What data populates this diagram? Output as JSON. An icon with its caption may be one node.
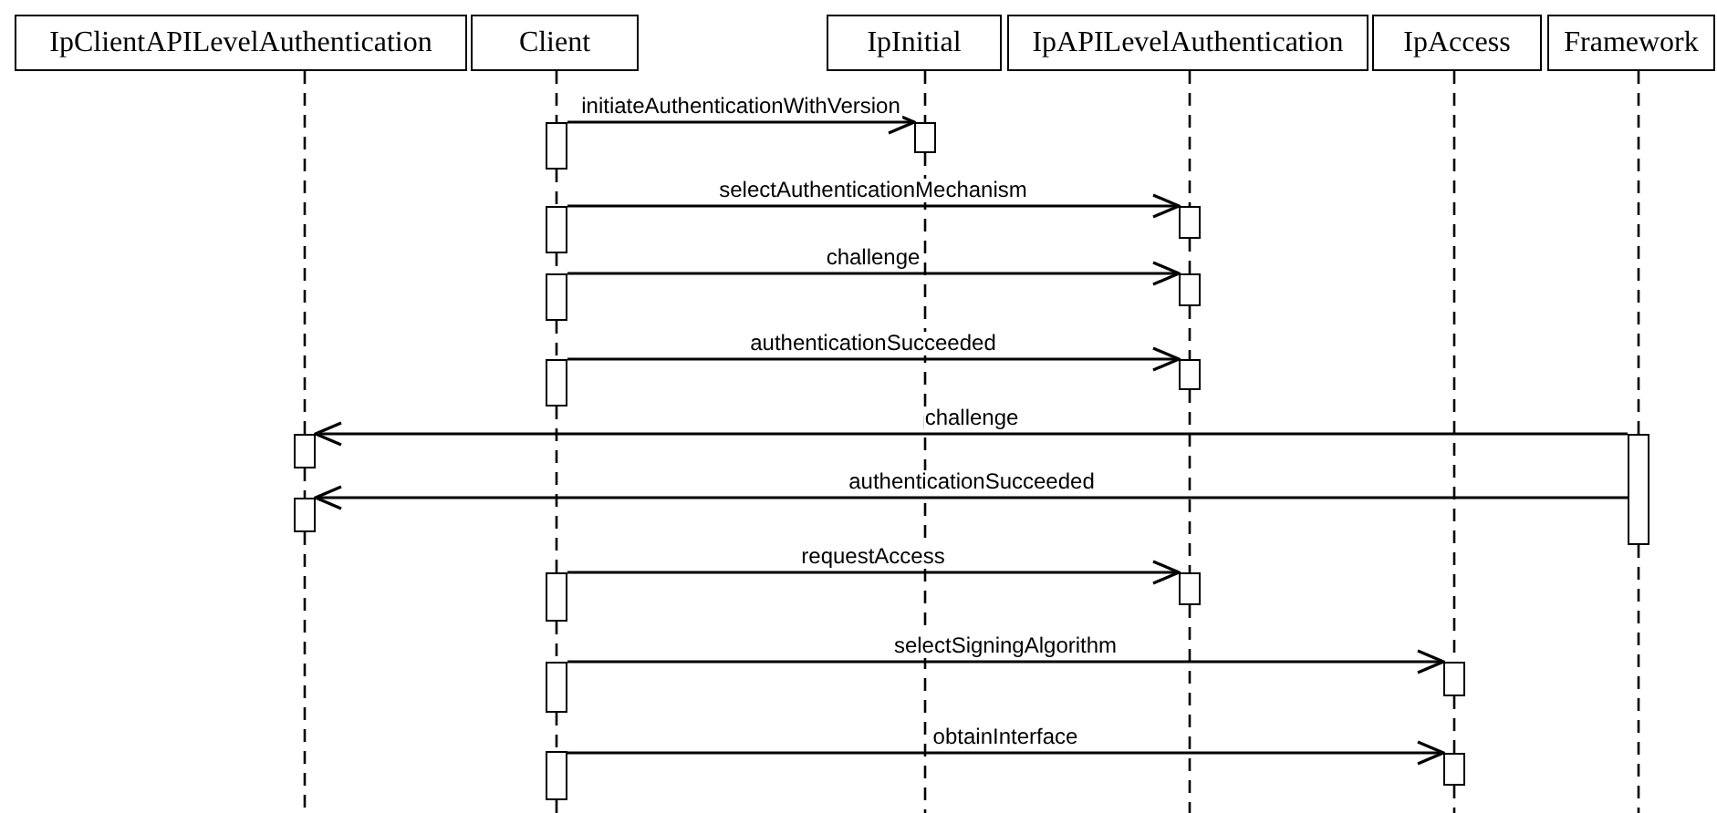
{
  "diagram": {
    "nodes": [
      {
        "text": [
          "IpClientAPILevelAuthentication"
        ]
      },
      {
        "text": [
          "Client"
        ]
      },
      {
        "text": [
          "IpInitial"
        ]
      },
      {
        "text": [
          "IpAPILevelAuthentication"
        ]
      },
      {
        "text": [
          "IpAccess"
        ]
      },
      {
        "text": [
          "Framework"
        ]
      },
      {
        "text": [],
        "shape": "bar"
      },
      {
        "text": [],
        "shape": "bar"
      },
      {
        "text": [],
        "shape": "bar"
      },
      {
        "text": [],
        "shape": "bar"
      },
      {
        "text": [],
        "shape": "bar"
      },
      {
        "text": [],
        "shape": "bar"
      },
      {
        "text": [],
        "shape": "bar"
      },
      {
        "text": [],
        "shape": "bar"
      },
      {
        "text": [],
        "shape": "bar"
      },
      {
        "text": [],
        "shape": "bar"
      },
      {
        "text": [],
        "shape": "bar"
      },
      {
        "text": [],
        "shape": "bar"
      },
      {
        "text": [],
        "shape": "bar"
      },
      {
        "text": [],
        "shape": "bar"
      },
      {
        "text": [],
        "shape": "bar"
      },
      {
        "text": [],
        "shape": "bar"
      },
      {
        "text": [],
        "shape": "bar"
      }
    ],
    "edges": [
      {
        "from": 6,
        "to": 7,
        "arrow": "to",
        "label": "initiateAuthenticationWithVersion"
      },
      {
        "from": 8,
        "to": 9,
        "arrow": "to",
        "label": "selectAuthenticationMechanism"
      },
      {
        "from": 10,
        "to": 11,
        "arrow": "to",
        "label": "challenge"
      },
      {
        "from": 12,
        "to": 13,
        "arrow": "to",
        "label": "authenticationSucceeded"
      },
      {
        "from": 15,
        "to": 14,
        "arrow": "to",
        "label": "challenge"
      },
      {
        "from": 15,
        "to": 16,
        "arrow": "to",
        "label": "authenticationSucceeded"
      },
      {
        "from": 17,
        "to": 18,
        "arrow": "to",
        "label": "requestAccess"
      },
      {
        "from": 19,
        "to": 20,
        "arrow": "to",
        "label": "selectSigningAlgorithm"
      },
      {
        "from": 21,
        "to": 22,
        "arrow": "to",
        "label": "obtainInterface"
      },
      {
        "from": 0,
        "to": 14,
        "arrow": "none",
        "style": "dashed"
      },
      {
        "from": 14,
        "to": 16,
        "arrow": "none",
        "style": "dashed"
      },
      {
        "from": 16,
        "to": null,
        "arrow": "none",
        "style": "dashed"
      },
      {
        "from": 1,
        "to": 6,
        "arrow": "none",
        "style": "dashed"
      },
      {
        "from": 6,
        "to": 8,
        "arrow": "none",
        "style": "dashed"
      },
      {
        "from": 8,
        "to": 10,
        "arrow": "none",
        "style": "dashed"
      },
      {
        "from": 10,
        "to": 12,
        "arrow": "none",
        "style": "dashed"
      },
      {
        "from": 12,
        "to": 17,
        "arrow": "none",
        "style": "dashed"
      },
      {
        "from": 17,
        "to": 19,
        "arrow": "none",
        "style": "dashed"
      },
      {
        "from": 19,
        "to": 21,
        "arrow": "none",
        "style": "dashed"
      },
      {
        "from": 21,
        "to": null,
        "arrow": "none",
        "style": "dashed"
      },
      {
        "from": 2,
        "to": 7,
        "arrow": "none",
        "style": "dashed"
      },
      {
        "from": 7,
        "to": null,
        "arrow": "none",
        "style": "dashed"
      },
      {
        "from": 3,
        "to": 9,
        "arrow": "none",
        "style": "dashed"
      },
      {
        "from": 9,
        "to": 11,
        "arrow": "none",
        "style": "dashed"
      },
      {
        "from": 11,
        "to": 13,
        "arrow": "none",
        "style": "dashed"
      },
      {
        "from": 13,
        "to": 18,
        "arrow": "none",
        "style": "dashed"
      },
      {
        "from": 18,
        "to": null,
        "arrow": "none",
        "style": "dashed"
      },
      {
        "from": 4,
        "to": 20,
        "arrow": "none",
        "style": "dashed"
      },
      {
        "from": 20,
        "to": 22,
        "arrow": "none",
        "style": "dashed"
      },
      {
        "from": 22,
        "to": null,
        "arrow": "none",
        "style": "dashed"
      },
      {
        "from": 5,
        "to": 15,
        "arrow": "none",
        "style": "dashed"
      },
      {
        "from": 15,
        "to": null,
        "arrow": "none",
        "style": "dashed"
      }
    ]
  }
}
